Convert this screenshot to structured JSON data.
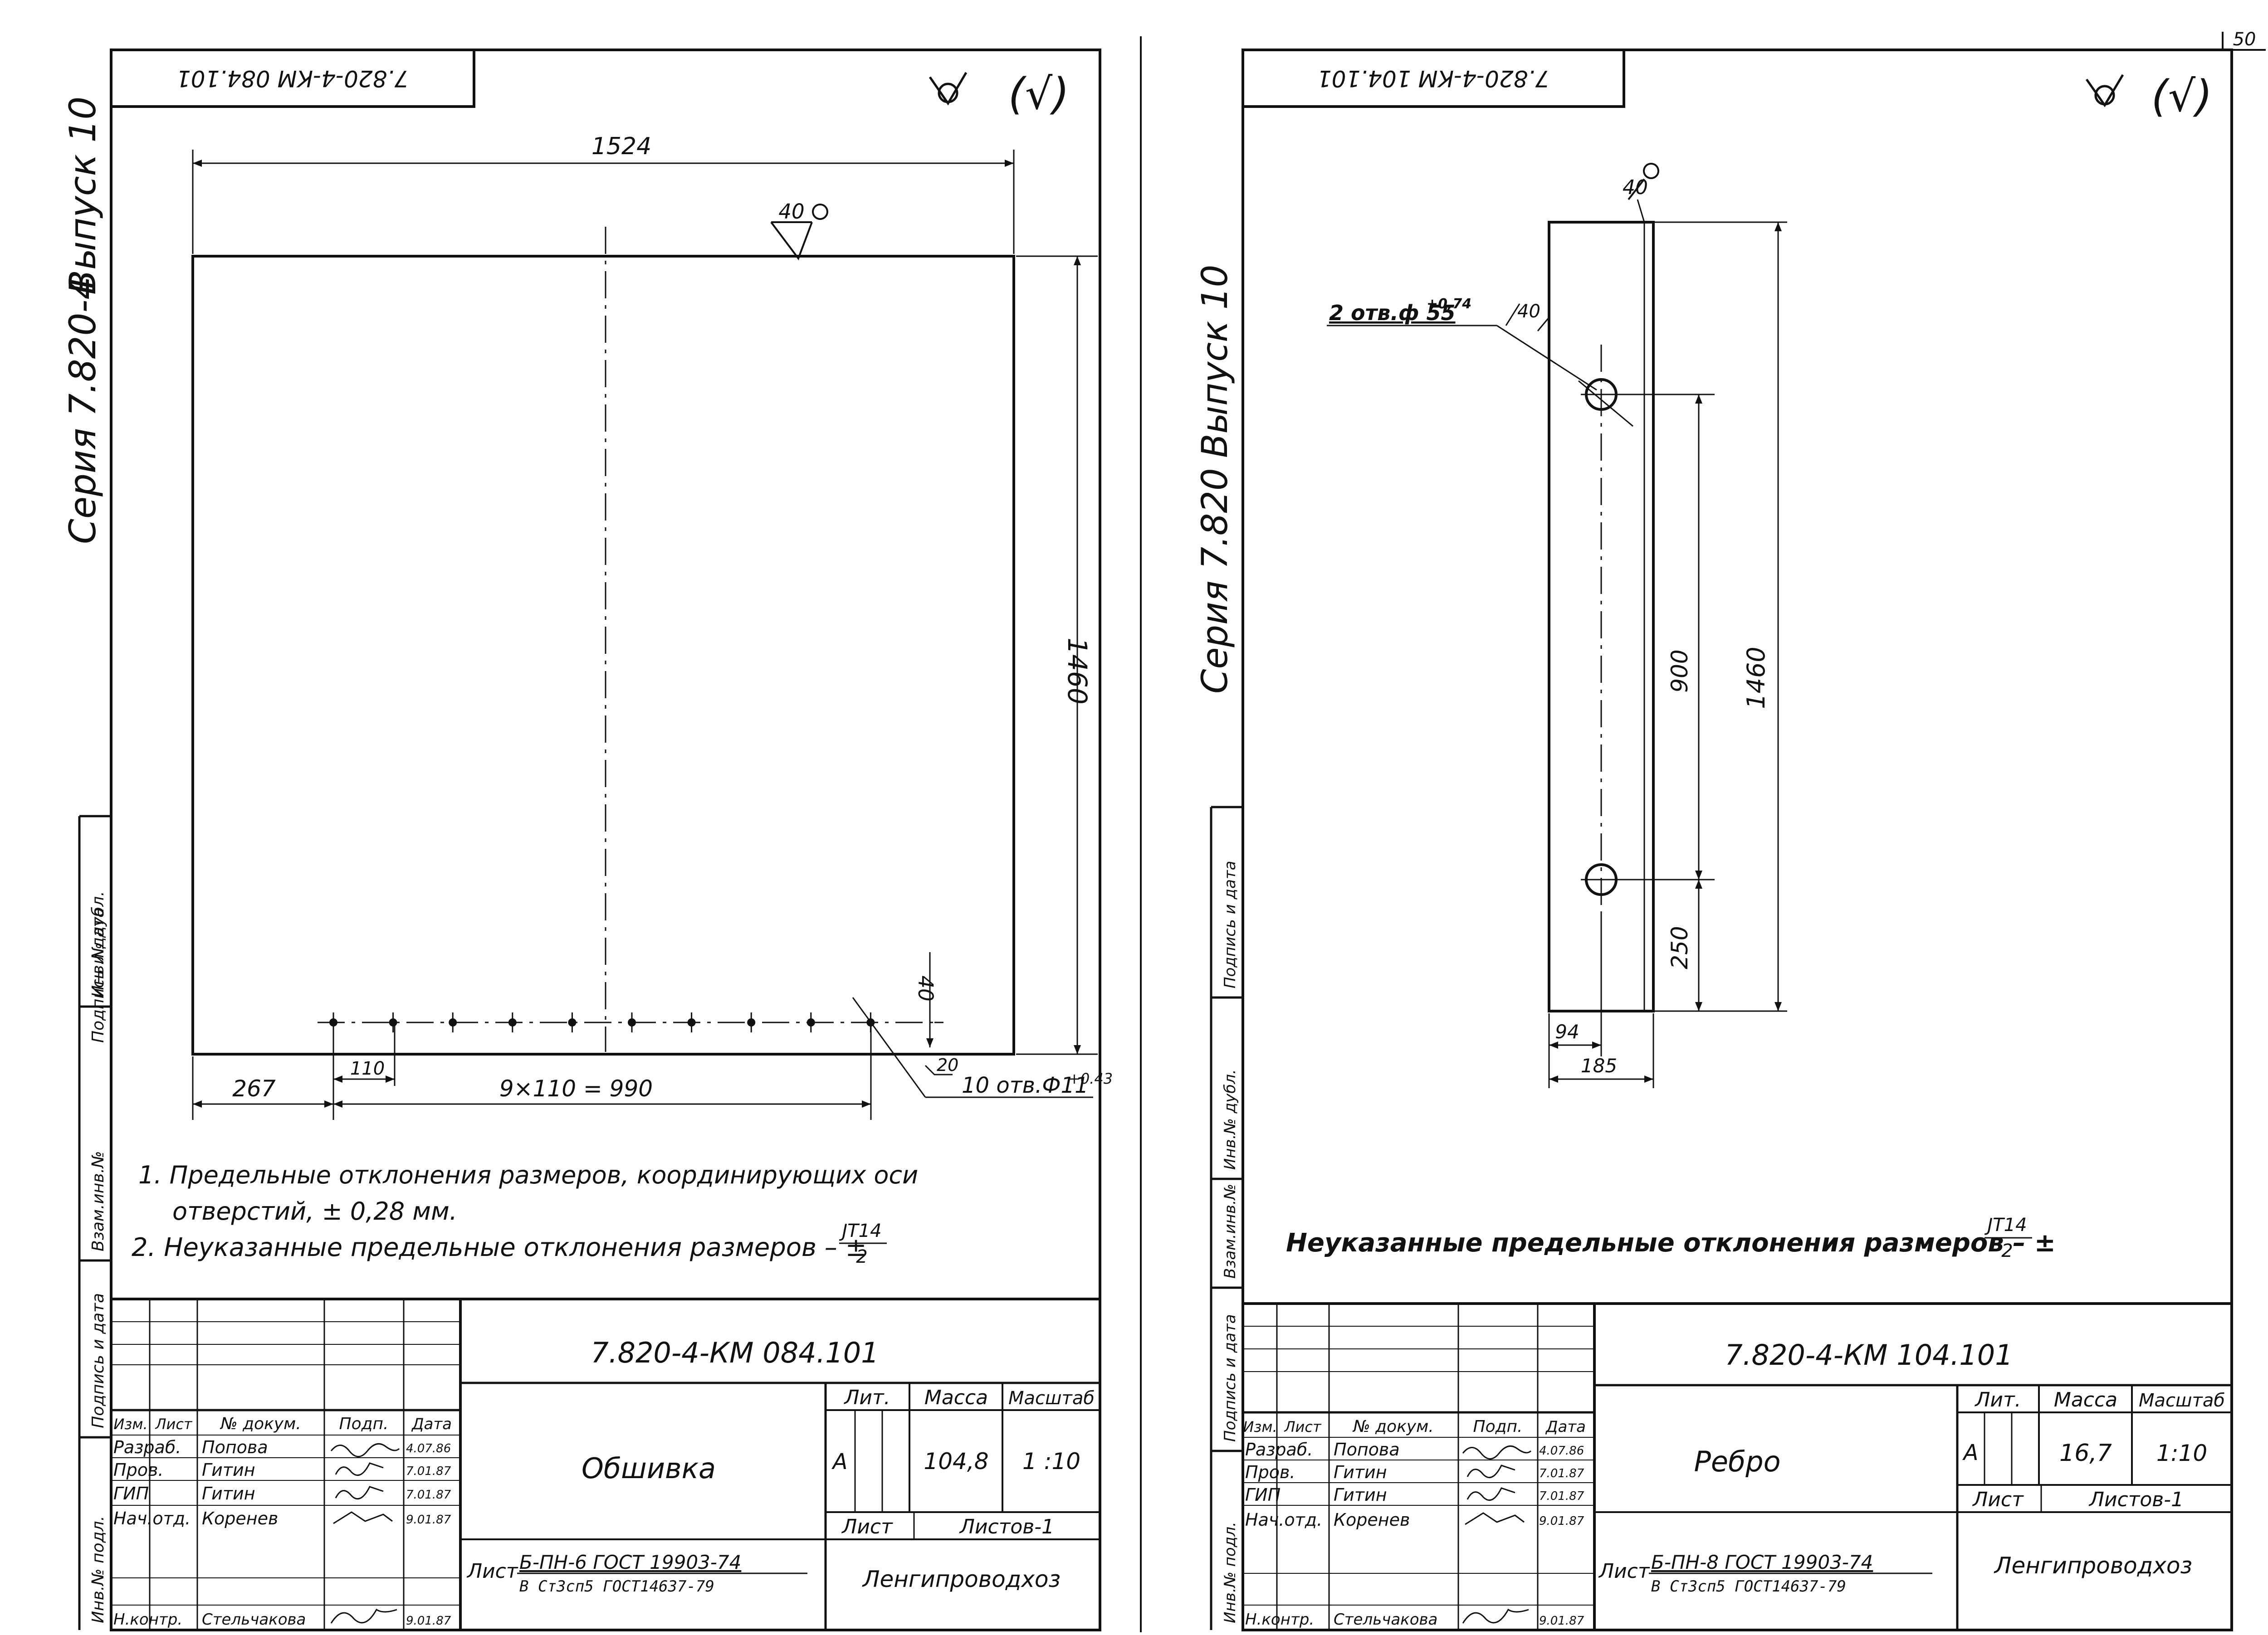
{
  "page_number": "50",
  "sheets": [
    {
      "id": "left",
      "stamp_code_flipped": "7.820-4-КМ 084.101",
      "side_series": "Серия 7.820-4",
      "side_issue": "Выпуск 10",
      "side_fields": [
        "Инв.№ подл.",
        "Подпись и дата",
        "Взам.инв.№",
        "Инв.№ дубл.",
        "Подпись и дата"
      ],
      "roughness": "(√)",
      "dims": {
        "width": "1524",
        "height": "1460",
        "weld": "40",
        "edge_offset": "40",
        "left_offset": "267",
        "pitch": "110",
        "chain": "9×110 = 990",
        "corner": "20",
        "holes": "10 отв.Ф11",
        "holes_tol": "+0.43"
      },
      "notes": [
        "1. Предельные отклонения размеров, координирующих оси",
        "отверстий, ± 0,28 мм.",
        "2. Неуказанные предельные отклонения размеров – ±"
      ],
      "note_fraction": {
        "num": "JT14",
        "den": "2"
      },
      "title_block": {
        "code": "7.820-4-КМ 084.101",
        "name": "Обшивка",
        "col_headers": [
          "Изм.",
          "Лист",
          "№ докум.",
          "Подп.",
          "Дата"
        ],
        "rows": [
          {
            "role": "Разраб.",
            "name": "Попова",
            "date": "4.07.86"
          },
          {
            "role": "Пров.",
            "name": "Гитин",
            "date": "7.01.87"
          },
          {
            "role": "ГИП",
            "name": "Гитин",
            "date": "7.01.87"
          },
          {
            "role": "Нач.отд.",
            "name": "Коренев",
            "date": "9.01.87"
          },
          {
            "role": "Н.контр.",
            "name": "Стельчакова",
            "date": "9.01.87"
          }
        ],
        "lit_label": "Лит.",
        "mass_label": "Масса",
        "scale_label": "Масштаб",
        "lit": "А",
        "mass": "104,8",
        "scale": "1 :10",
        "sheet_label": "Лист",
        "sheets_total": "Листов-1",
        "material_prefix": "Лист",
        "material_top": "Б-ПН-6 ГОСТ 19903-74",
        "material_bottom": "В Ст3сп5 ГОСТ14637-79",
        "org": "Ленгипроводхоз"
      }
    },
    {
      "id": "right",
      "stamp_code_flipped": "7.820-4-КМ 104.101",
      "side_series": "Серия 7.820",
      "side_issue": "Выпуск 10",
      "side_fields": [
        "Инв.№ подл.",
        "Подпись и дата",
        "Взам.инв.№",
        "Инв.№ дубл.",
        "Подпись и дата"
      ],
      "roughness": "(√)",
      "dims": {
        "weld_top": "40",
        "holes": "2 отв.ф 55",
        "holes_tol": "+0,74",
        "weld_side": "40",
        "spacing": "900",
        "height": "1460",
        "bottom": "250",
        "inner_width": "94",
        "width": "185"
      },
      "note": "Неуказанные предельные отклонения размеров – ±",
      "note_fraction": {
        "num": "JT14",
        "den": "2"
      },
      "title_block": {
        "code": "7.820-4-КМ 104.101",
        "name": "Ребро",
        "col_headers": [
          "Изм.",
          "Лист",
          "№ докум.",
          "Подп.",
          "Дата"
        ],
        "rows": [
          {
            "role": "Разраб.",
            "name": "Попова",
            "date": "4.07.86"
          },
          {
            "role": "Пров.",
            "name": "Гитин",
            "date": "7.01.87"
          },
          {
            "role": "ГИП",
            "name": "Гитин",
            "date": "7.01.87"
          },
          {
            "role": "Нач.отд.",
            "name": "Коренев",
            "date": "9.01.87"
          },
          {
            "role": "Н.контр.",
            "name": "Стельчакова",
            "date": "9.01.87"
          }
        ],
        "lit_label": "Лит.",
        "mass_label": "Масса",
        "scale_label": "Масштаб",
        "lit": "А",
        "mass": "16,7",
        "scale": "1:10",
        "sheet_label": "Лист",
        "sheets_total": "Листов-1",
        "material_prefix": "Лист",
        "material_top": "Б-ПН-8 ГОСТ 19903-74",
        "material_bottom": "В Ст3сп5 ГОСТ14637-79",
        "org": "Ленгипроводхоз"
      }
    }
  ]
}
